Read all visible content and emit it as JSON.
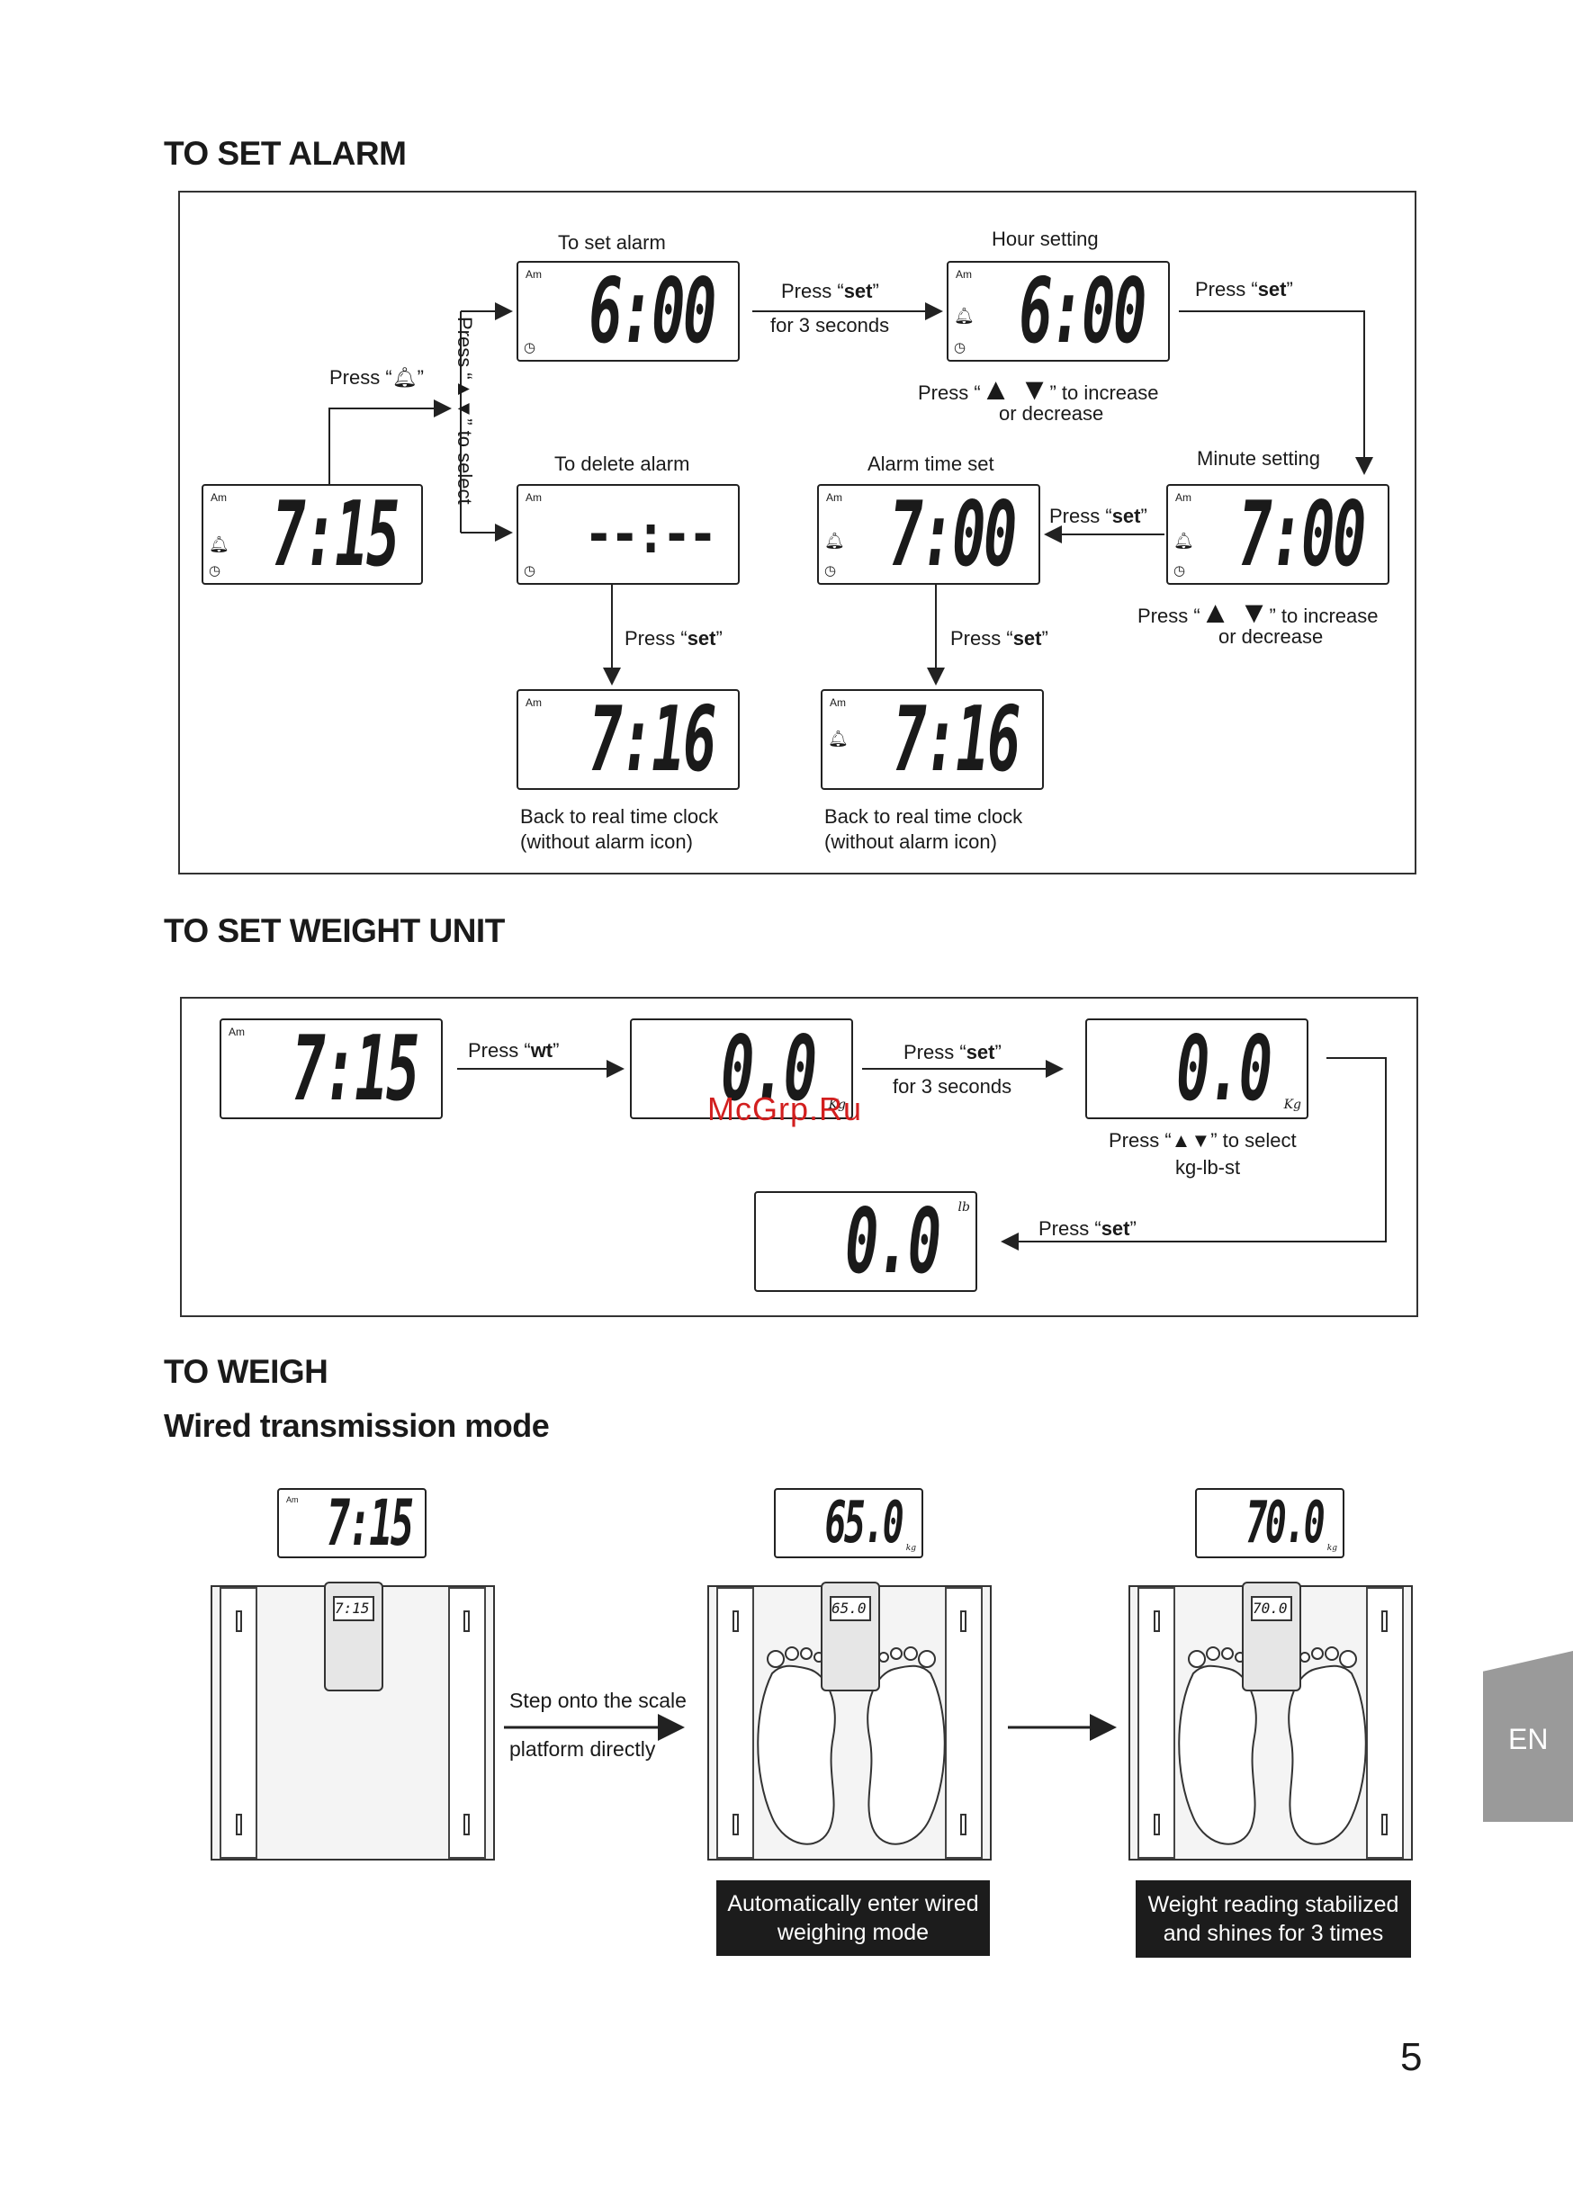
{
  "alarm": {
    "heading": "TO SET ALARM",
    "labels": {
      "to_set_alarm": "To set alarm",
      "hour_setting": "Hour setting",
      "to_delete_alarm": "To delete alarm",
      "alarm_time_set": "Alarm time set",
      "minute_setting": "Minute setting",
      "press_bell_pre": "Press “",
      "press_bell_post": "”",
      "press_select": "Press “▲▼” to select",
      "press_set_pre": "Press “",
      "set_word": "set",
      "press_set_post": "”",
      "for_3_seconds": "for 3 seconds",
      "press_updown_pre": "Press “",
      "press_updown_post": "” to increase",
      "or_decrease": "or decrease",
      "back_real_time": "Back to real time clock",
      "without_alarm_icon": "(without alarm icon)"
    },
    "displays": {
      "start": "7:15",
      "set_alarm": "6:00",
      "hour": "6:00",
      "delete": "--:--",
      "minute": "7:00",
      "alarm_set": "7:00",
      "back1": "7:16",
      "back2": "7:16",
      "am": "Am"
    }
  },
  "weight_unit": {
    "heading": "TO SET WEIGHT UNIT",
    "press_wt_pre": "Press “",
    "wt_word": "wt",
    "press_wt_post": "”",
    "press_set_pre": "Press “",
    "set_word": "set",
    "press_set_post": "”",
    "for_3_seconds": "for 3 seconds",
    "press_select": "Press “▲▼” to select",
    "units_line": "kg-lb-st",
    "displays": {
      "clock": "7:15",
      "kg1": "0.0",
      "kg2": "0.0",
      "lb": "0.0",
      "unit_kg": "Kg",
      "unit_lb": "lb",
      "am": "Am"
    }
  },
  "weigh": {
    "heading": "TO WEIGH",
    "subheading": "Wired transmission mode",
    "step_line1": "Step onto the scale",
    "step_line2": "platform directly",
    "caption1_line1": "Automatically enter wired",
    "caption1_line2": "weighing mode",
    "caption2_line1": "Weight reading stabilized",
    "caption2_line2": "and shines for 3 times",
    "displays": {
      "d1": "7:15",
      "d2": "65.0",
      "d3": "70.0",
      "unit": "kg",
      "am": "Am"
    }
  },
  "side_tab": "EN",
  "page_number": "5",
  "watermark": "McGrp.Ru"
}
